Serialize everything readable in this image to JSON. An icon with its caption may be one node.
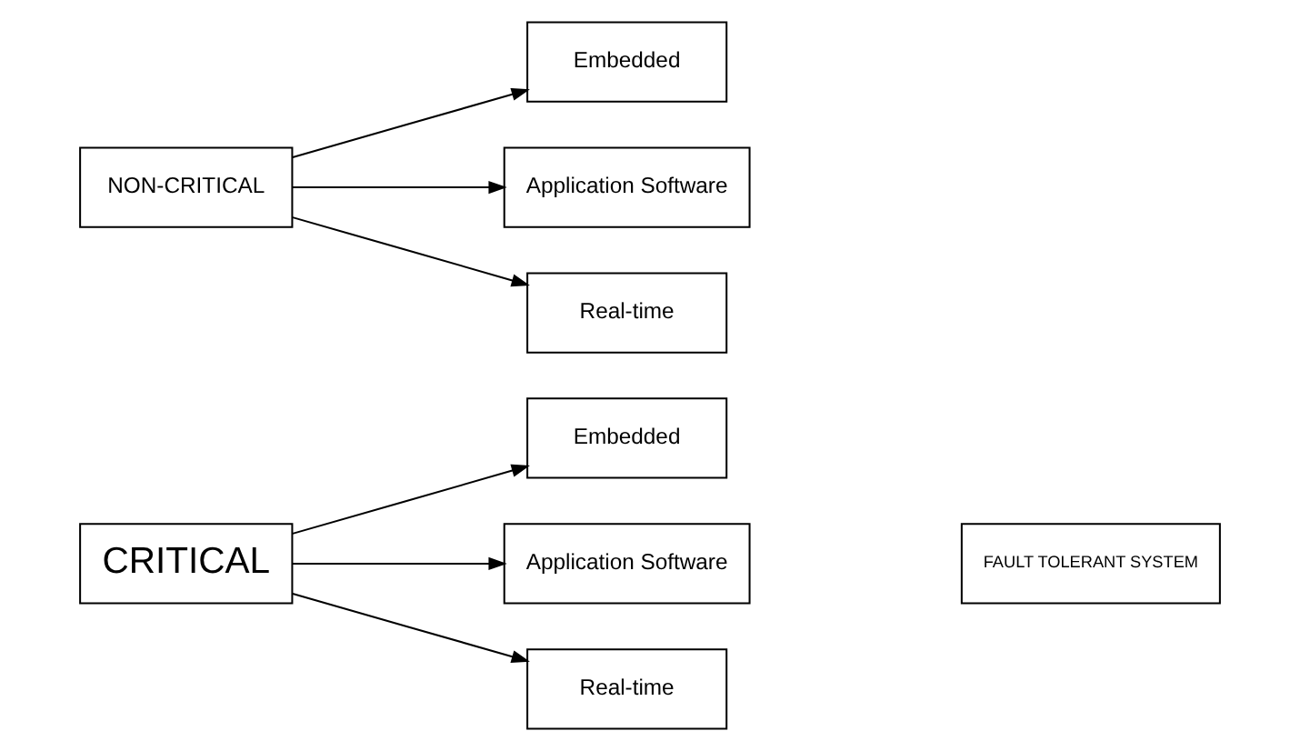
{
  "diagram": {
    "nodes": [
      {
        "text": [
          "CRITICAL"
        ]
      },
      {
        "text": [
          "Embedded"
        ]
      },
      {
        "text": [
          "Application Software"
        ]
      },
      {
        "text": [
          "Real-time"
        ]
      },
      {
        "text": [
          "FAULT TOLERANT SYSTEM"
        ]
      },
      {
        "text": [
          "NON-CRITICAL"
        ]
      },
      {
        "text": [
          "Embedded"
        ]
      },
      {
        "text": [
          "Application Software"
        ]
      },
      {
        "text": [
          "Real-time"
        ]
      }
    ],
    "edges": [
      {
        "from": 0,
        "to": 1,
        "arrow": "to"
      },
      {
        "from": 0,
        "to": 2,
        "arrow": "to"
      },
      {
        "from": 0,
        "to": 3,
        "arrow": "to"
      },
      {
        "from": 5,
        "to": 6,
        "arrow": "to"
      },
      {
        "from": 5,
        "to": 7,
        "arrow": "to"
      },
      {
        "from": 5,
        "to": 8,
        "arrow": "to"
      }
    ]
  }
}
